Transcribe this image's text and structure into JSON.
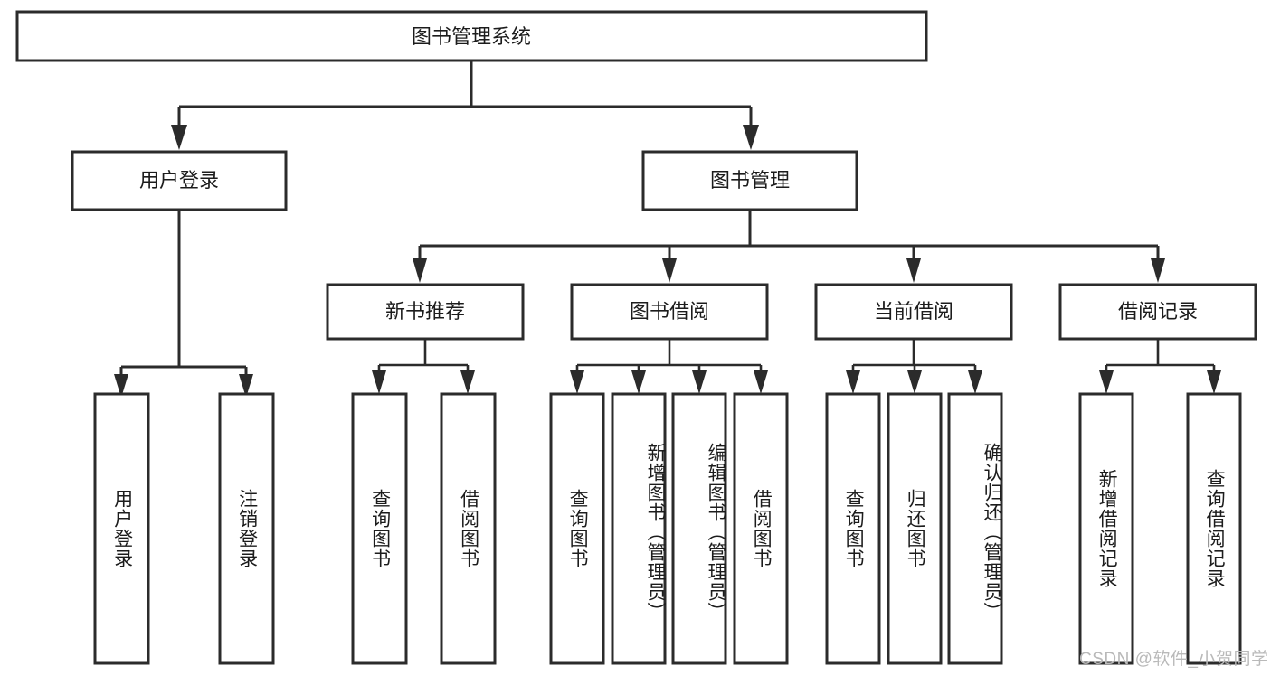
{
  "diagram": {
    "type": "tree-hierarchy",
    "title": "图书管理系统",
    "orientation": "top-down",
    "watermark": "CSDN @软件_小贺同学",
    "levels": 4,
    "root": {
      "id": "root",
      "label": "图书管理系统"
    },
    "level2": [
      {
        "id": "user-login",
        "label": "用户登录"
      },
      {
        "id": "book-manage",
        "label": "图书管理"
      }
    ],
    "level3": [
      {
        "id": "new-book-rec",
        "label": "新书推荐",
        "parent": "book-manage"
      },
      {
        "id": "book-borrow",
        "label": "图书借阅",
        "parent": "book-manage"
      },
      {
        "id": "current-borrow",
        "label": "当前借阅",
        "parent": "book-manage"
      },
      {
        "id": "borrow-record",
        "label": "借阅记录",
        "parent": "book-manage"
      }
    ],
    "leaves": [
      {
        "id": "leaf-user-login",
        "label": "用户登录",
        "parent": "user-login"
      },
      {
        "id": "leaf-logout",
        "label": "注销登录",
        "parent": "user-login"
      },
      {
        "id": "leaf-query-book-1",
        "label": "查询图书",
        "parent": "new-book-rec"
      },
      {
        "id": "leaf-borrow-book-1",
        "label": "借阅图书",
        "parent": "new-book-rec"
      },
      {
        "id": "leaf-query-book-2",
        "label": "查询图书",
        "parent": "book-borrow"
      },
      {
        "id": "leaf-add-book",
        "label": "新增图书（管理员）",
        "parent": "book-borrow"
      },
      {
        "id": "leaf-edit-book",
        "label": "编辑图书（管理员）",
        "parent": "book-borrow"
      },
      {
        "id": "leaf-borrow-book-2",
        "label": "借阅图书",
        "parent": "book-borrow"
      },
      {
        "id": "leaf-query-book-3",
        "label": "查询图书",
        "parent": "current-borrow"
      },
      {
        "id": "leaf-return-book",
        "label": "归还图书",
        "parent": "current-borrow"
      },
      {
        "id": "leaf-confirm-return",
        "label": "确认归还（管理员）",
        "parent": "current-borrow"
      },
      {
        "id": "leaf-add-record",
        "label": "新增借阅记录",
        "parent": "borrow-record"
      },
      {
        "id": "leaf-query-record",
        "label": "查询借阅记录",
        "parent": "borrow-record"
      }
    ],
    "colors": {
      "background": "#ffffff",
      "box_fill": "#ffffff",
      "box_stroke": "#2b2b2b",
      "text": "#1c1c1c",
      "watermark": "#b9b9b9"
    }
  }
}
